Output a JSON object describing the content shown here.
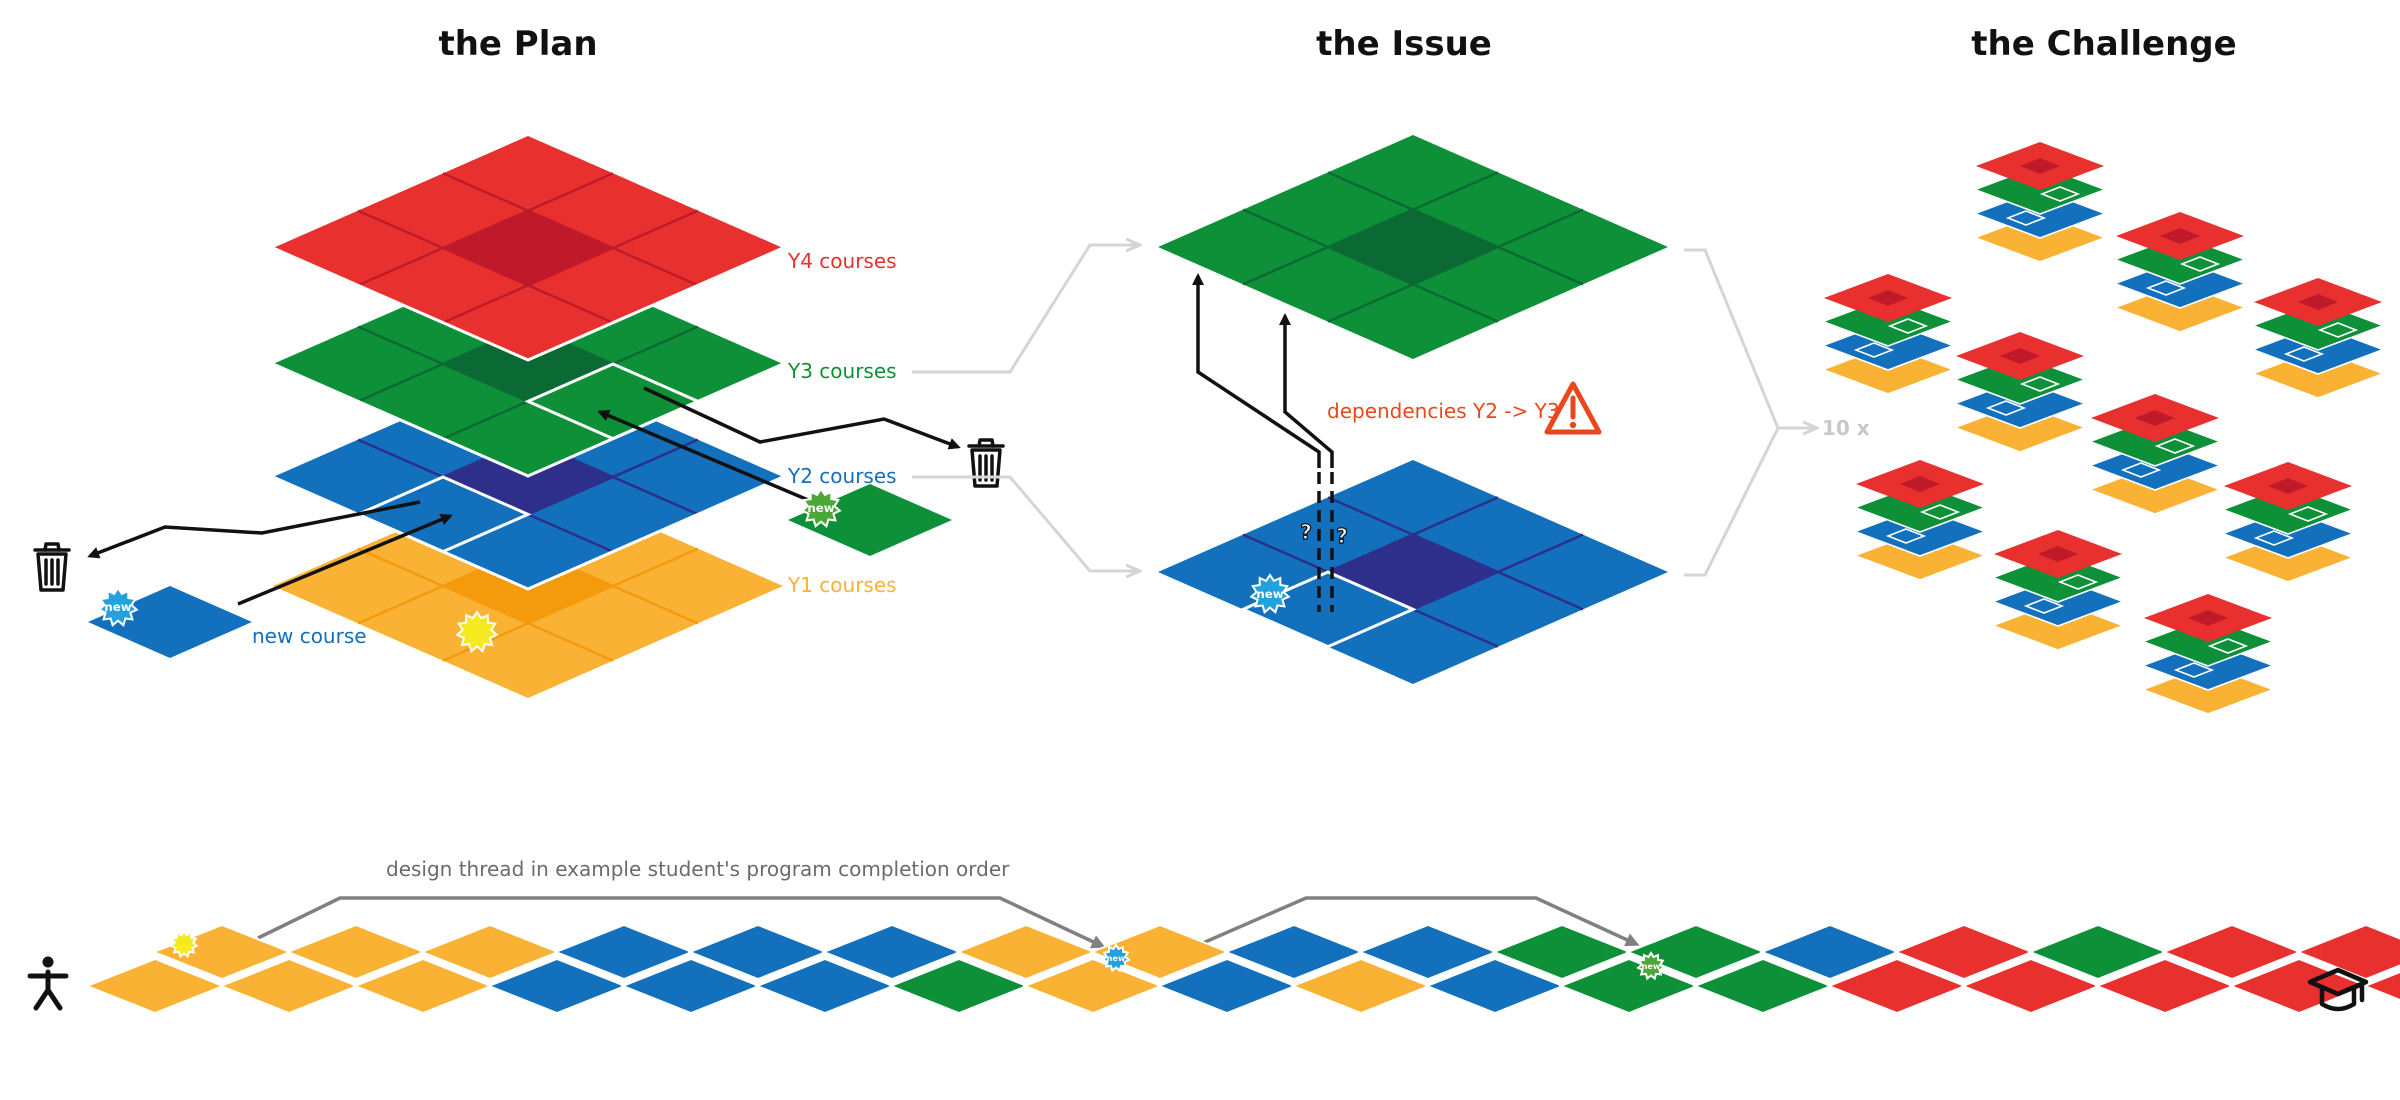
{
  "titles": {
    "plan": "the Plan",
    "issue": "the Issue",
    "challenge": "the Challenge"
  },
  "plan": {
    "y4_label": "Y4 courses",
    "y3_label": "Y3 courses",
    "y2_label": "Y2 courses",
    "y1_label": "Y1 courses",
    "new_course_label": "new course",
    "new_badge": "new"
  },
  "issue": {
    "dependency_label": "dependencies Y2 -> Y3",
    "question_mark": "?",
    "multiplier": "10 x"
  },
  "thread": {
    "caption": "design thread in example student's program completion order",
    "tile_colors": [
      "yellow",
      "yellow",
      "yellow",
      "yellow",
      "yellow",
      "yellow",
      "blue",
      "blue",
      "blue",
      "blue",
      "blue",
      "blue",
      "green",
      "yellow",
      "yellow",
      "yellow",
      "blue",
      "blue",
      "yellow",
      "blue",
      "blue",
      "green",
      "green",
      "green",
      "green",
      "blue",
      "red",
      "red",
      "red",
      "green",
      "red",
      "red",
      "red",
      "red",
      "red",
      "red",
      "red"
    ]
  },
  "colors": {
    "red": "#e8302e",
    "red_dark": "#c01a2a",
    "green": "#0e9038",
    "green_dark": "#0b6a34",
    "blue": "#1270bc",
    "blue_dark": "#2e2f8a",
    "yellow": "#f9b234",
    "yellow_dark": "#f39b0c",
    "warning": "#e8481c",
    "grey_line": "#d5d5d5"
  },
  "icons": [
    "trash-icon",
    "warning-icon",
    "person-icon",
    "graduation-cap-icon",
    "new-badge-icon"
  ]
}
